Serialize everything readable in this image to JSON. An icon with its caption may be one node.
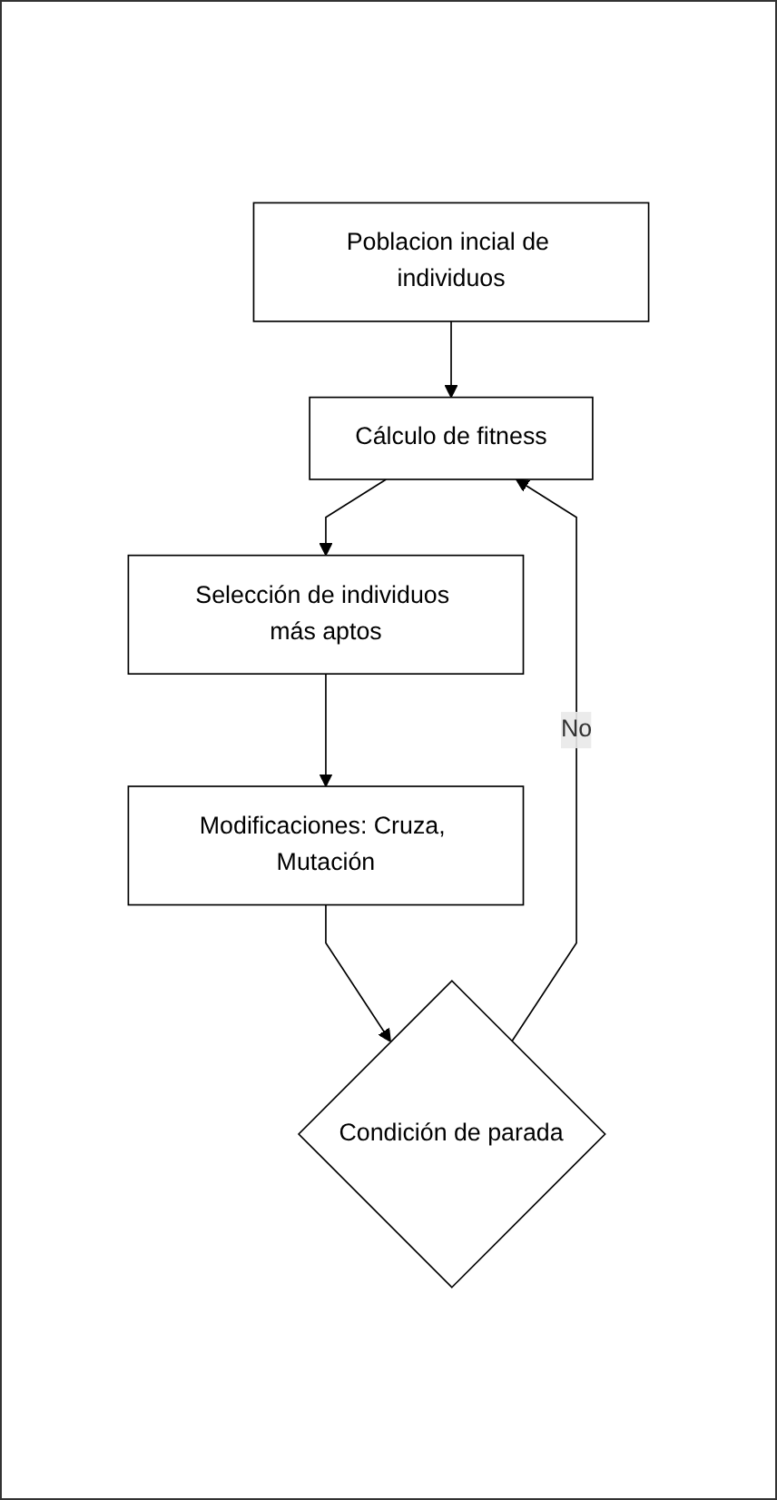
{
  "diagram": {
    "nodes": [
      {
        "text": [
          "Poblacion incial de individuos"
        ]
      },
      {
        "text": [
          "Cálculo de fitness"
        ]
      },
      {
        "text": [
          "Selección de individuos más aptos"
        ]
      },
      {
        "text": [
          "Modificaciones: Cruza, Mutación"
        ]
      },
      {
        "text": [
          "Condición de parada"
        ]
      }
    ],
    "edges": [
      {
        "from": 0,
        "to": 1,
        "arrow": "to"
      },
      {
        "from": 1,
        "to": 2,
        "arrow": "to"
      },
      {
        "from": 2,
        "to": 3,
        "arrow": "to"
      },
      {
        "from": 3,
        "to": 4,
        "arrow": "to"
      },
      {
        "from": 4,
        "to": 1,
        "arrow": "to",
        "label": "No"
      }
    ]
  }
}
